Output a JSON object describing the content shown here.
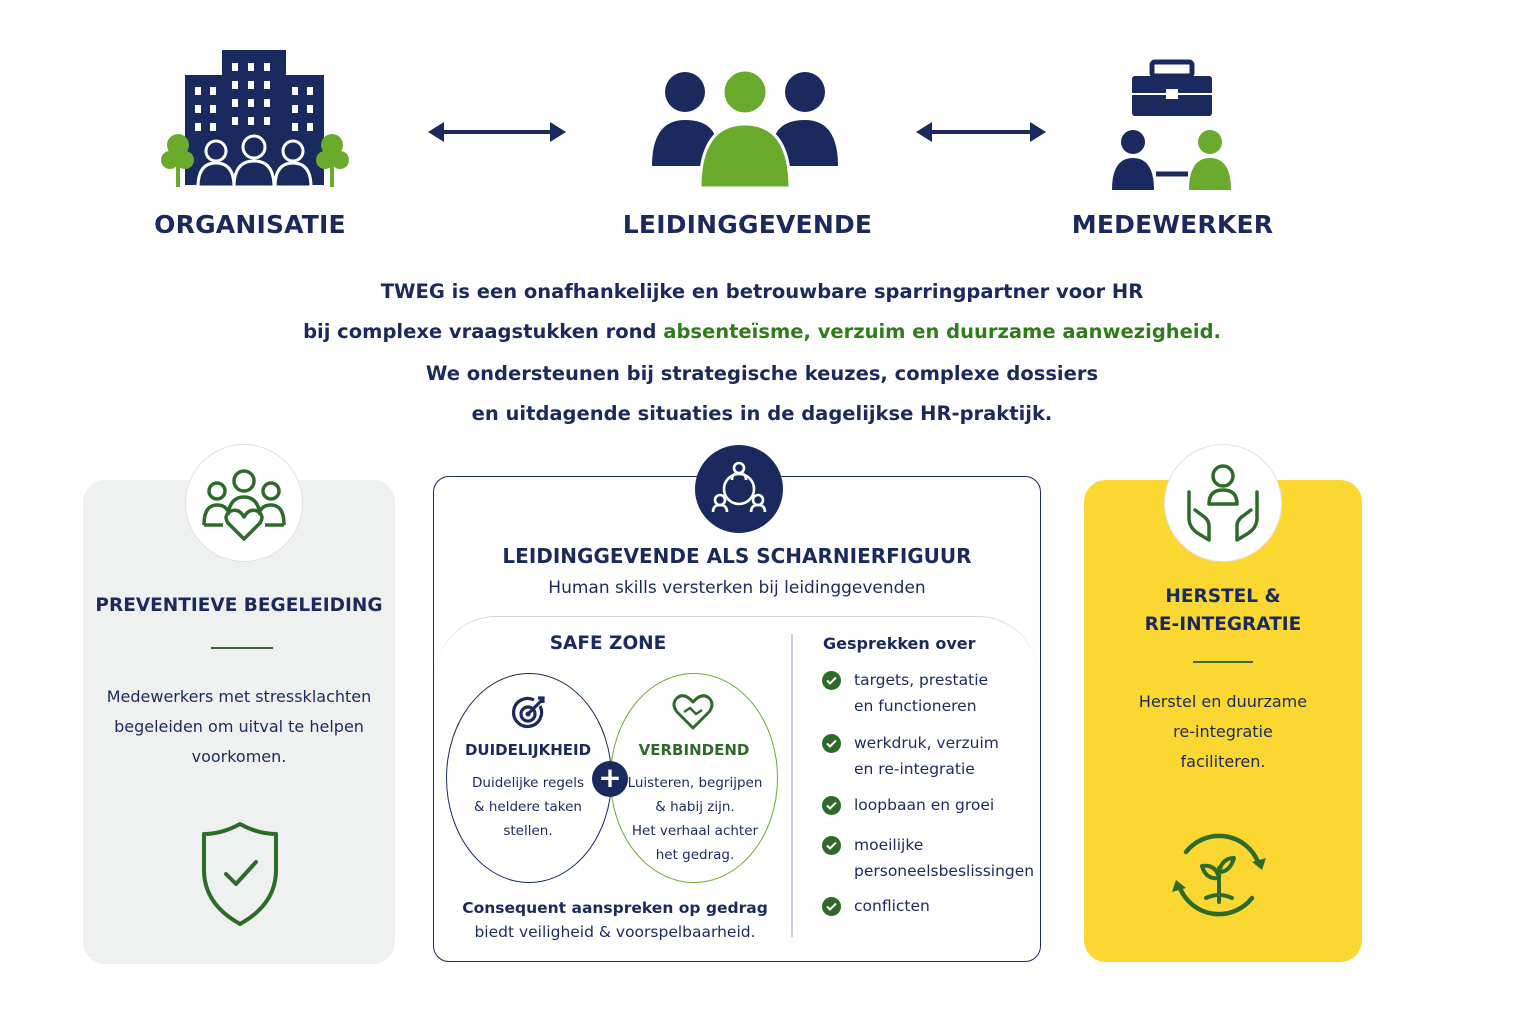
{
  "top": {
    "organisatie": "ORGANISATIE",
    "leidinggevende": "LEIDINGGEVENDE",
    "medewerker": "MEDEWERKER"
  },
  "intro": {
    "line1": "TWEG is een onafhankelijke en betrouwbare sparringpartner voor HR",
    "line2_a": "bij complexe vraagstukken rond ",
    "line2_b": "absenteïsme, verzuim en duurzame aanwezigheid.",
    "line3": "We ondersteunen bij strategische keuzes, complexe dossiers",
    "line4": "en uitdagende situaties in de dagelijkse HR-praktijk."
  },
  "left_card": {
    "title": "PREVENTIEVE BEGELEIDING",
    "line1": "Medewerkers met stressklachten",
    "line2": "begeleiden om uitval te helpen",
    "line3": "voorkomen."
  },
  "mid_card": {
    "title": "LEIDINGGEVENDE ALS SCHARNIERFIGUUR",
    "subtitle": "Human skills versterken bij leidinggevenden",
    "safe_zone": "SAFE ZONE",
    "duidelijkheid": {
      "title": "DUIDELIJKHEID",
      "line1": "Duidelijke regels",
      "line2": "& heldere taken",
      "line3": "stellen."
    },
    "verbindend": {
      "title": "VERBINDEND",
      "line1": "Luisteren, begrijpen",
      "line2": "& habij zijn.",
      "line3": "Het verhaal achter",
      "line4": "het gedrag."
    },
    "plus": "+",
    "bottom_bold": "Consequent aanspreken op gedrag",
    "bottom_text": "biedt veiligheid & voorspelbaarheid.",
    "gesprekken_title": "Gesprekken over",
    "gesprekken": [
      {
        "line1": "targets, prestatie",
        "line2": "en functioneren"
      },
      {
        "line1": "werkdruk, verzuim",
        "line2": "en re-integratie"
      },
      {
        "line1": "loopbaan en groei",
        "line2": ""
      },
      {
        "line1": "moeilijke",
        "line2": "personeelsbeslissingen"
      },
      {
        "line1": "conflicten",
        "line2": ""
      }
    ]
  },
  "right_card": {
    "title_line1": "HERSTEL &",
    "title_line2": "RE-INTEGRATIE",
    "line1": "Herstel en duurzame",
    "line2": "re-integratie",
    "line3": "faciliteren."
  },
  "colors": {
    "navy": "#1a2a5e",
    "green": "#6aab2e",
    "dark_green": "#2e6b2a",
    "yellow": "#fbd731",
    "grey_card": "#eef1f0"
  },
  "icons": [
    "buildings-icon",
    "double-arrow-icon",
    "people-group-icon",
    "briefcase-people-icon",
    "heart-people-icon",
    "network-people-icon",
    "hands-person-icon",
    "target-icon",
    "heart-handshake-icon",
    "shield-check-icon",
    "recycle-plant-icon",
    "check-icon"
  ]
}
